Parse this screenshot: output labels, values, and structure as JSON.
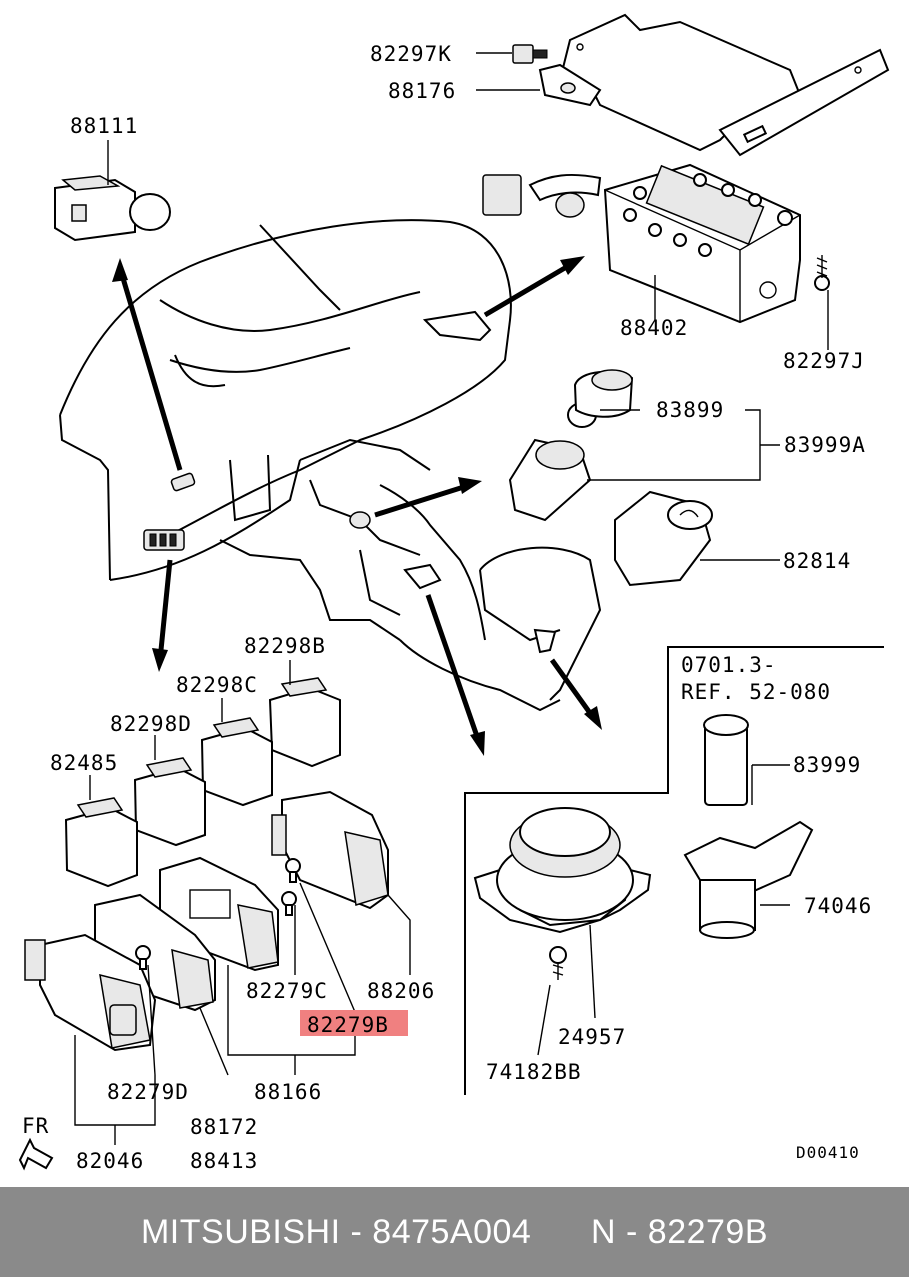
{
  "labels": {
    "p82297K": "82297K",
    "p88176": "88176",
    "p88111": "88111",
    "p88402": "88402",
    "p82297J": "82297J",
    "p83899": "83899",
    "p83999A": "83999A",
    "p82814": "82814",
    "p82298B": "82298B",
    "p82298C": "82298C",
    "p82298D": "82298D",
    "p82485": "82485",
    "ref1": "0701.3-",
    "ref2": "REF. 52-080",
    "p83999": "83999",
    "p74046": "74046",
    "p82279C": "82279C",
    "p88206": "88206",
    "p82279B": "82279B",
    "p88166": "88166",
    "p82279D": "82279D",
    "p88172": "88172",
    "p88413": "88413",
    "p82046": "82046",
    "p24957": "24957",
    "p74182BB": "74182BB",
    "fr": "FR",
    "code": "D00410"
  },
  "highlight": {
    "part": "82279B",
    "color": "#f08080"
  },
  "footer": {
    "brand": "MITSUBISHI",
    "part_number": "8475A004",
    "ref": "N - 82279B",
    "separator": " - "
  }
}
